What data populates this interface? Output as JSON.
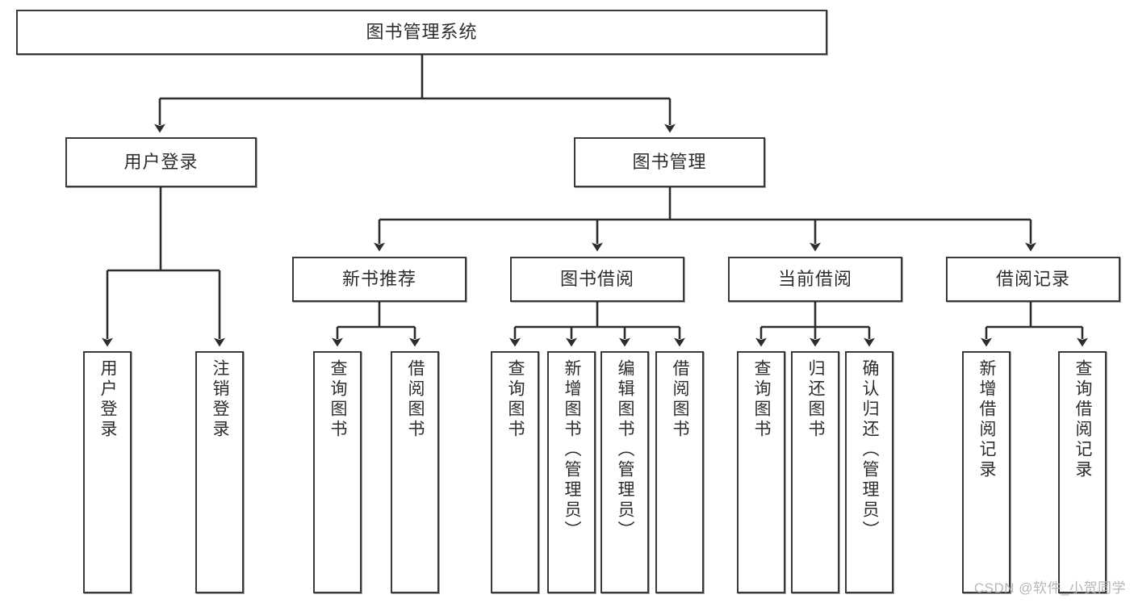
{
  "diagram": {
    "title": "图书管理系统",
    "type": "hierarchy-tree",
    "root": {
      "label": "图书管理系统"
    },
    "level2": [
      {
        "label": "用户登录"
      },
      {
        "label": "图书管理"
      }
    ],
    "level3": [
      {
        "label": "新书推荐"
      },
      {
        "label": "图书借阅"
      },
      {
        "label": "当前借阅"
      },
      {
        "label": "借阅记录"
      }
    ],
    "leaves": {
      "user_login": [
        {
          "label": "用户登录"
        },
        {
          "label": "注销登录"
        }
      ],
      "new_book_recommend": [
        {
          "label": "查询图书"
        },
        {
          "label": "借阅图书"
        }
      ],
      "book_borrow": [
        {
          "label": "查询图书"
        },
        {
          "label": "新增图书（管理员）"
        },
        {
          "label": "编辑图书（管理员）"
        },
        {
          "label": "借阅图书"
        }
      ],
      "current_borrow": [
        {
          "label": "查询图书"
        },
        {
          "label": "归还图书"
        },
        {
          "label": "确认归还（管理员）"
        }
      ],
      "borrow_record": [
        {
          "label": "新增借阅记录"
        },
        {
          "label": "查询借阅记录"
        }
      ]
    }
  },
  "watermark": {
    "text": "CSDN @软件_小贺同学"
  },
  "colors": {
    "border": "#3a3a3a",
    "text": "#2d2d2d",
    "background": "#ffffff",
    "watermark": "#b6b6b6"
  }
}
